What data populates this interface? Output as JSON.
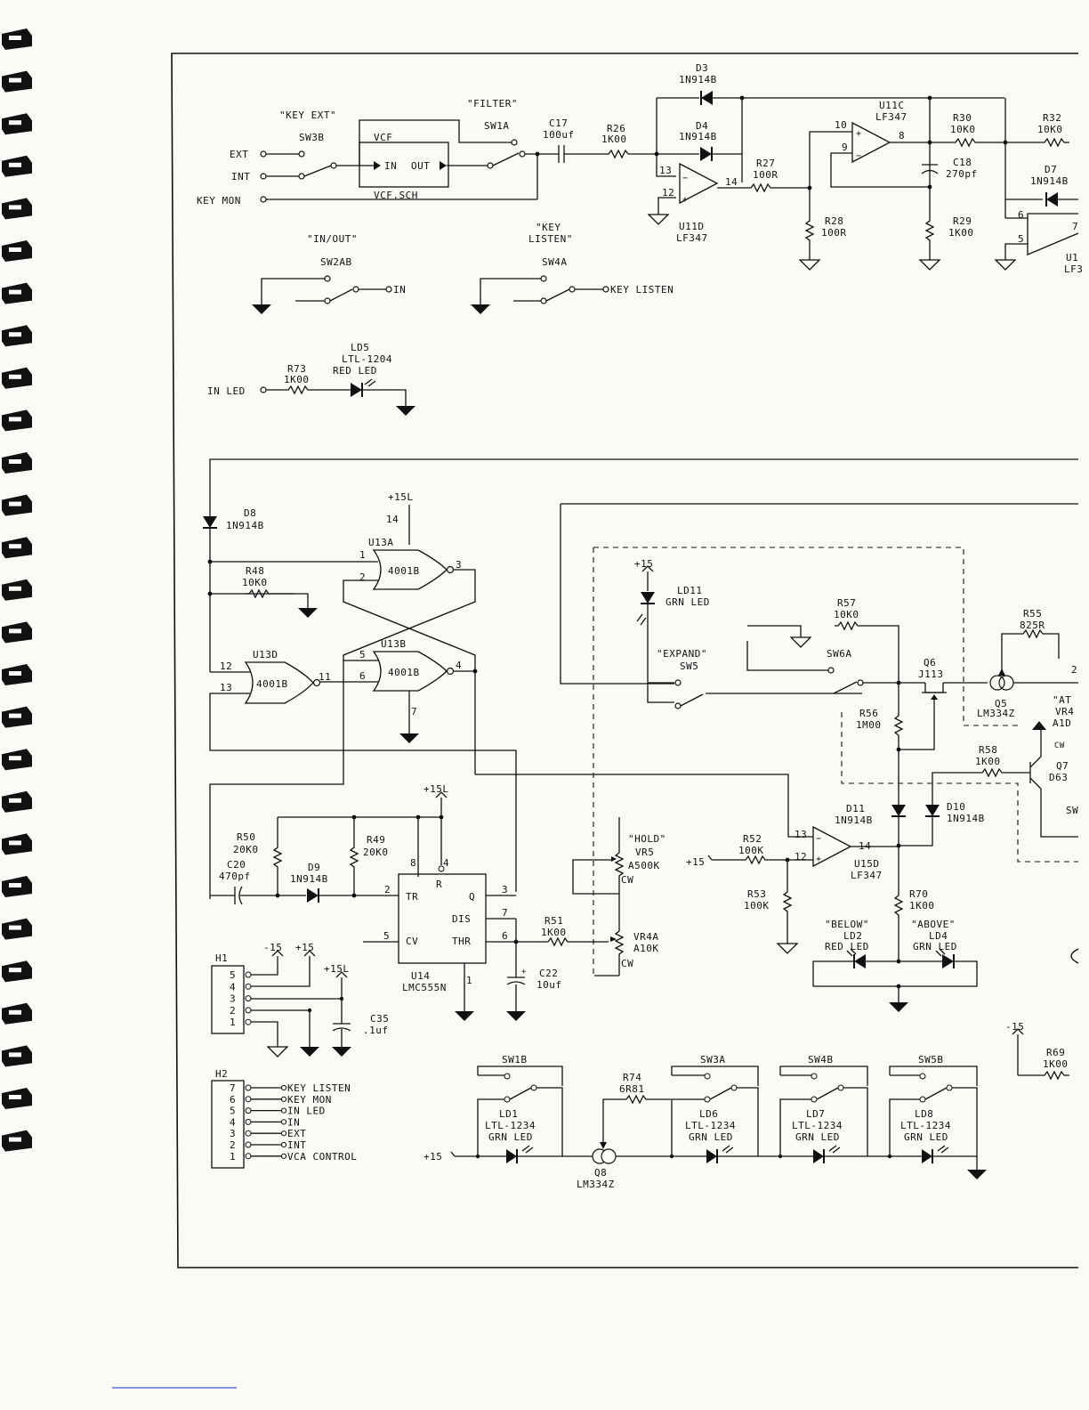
{
  "sheet": {
    "binding_rings": 27,
    "ink_color": "#111111",
    "paper_color": "#fbfaf7"
  },
  "switches": {
    "key_ext": {
      "title": "\"KEY EXT\"",
      "ref": "SW3B",
      "ext": "EXT",
      "int": "INT",
      "key_mon": "KEY MON"
    },
    "filter": {
      "title": "\"FILTER\"",
      "ref": "SW1A"
    },
    "in_out": {
      "title": "\"IN/OUT\"",
      "ref": "SW2AB",
      "out": "IN"
    },
    "key_listen": {
      "title1": "\"KEY",
      "title2": "LISTEN\"",
      "ref": "SW4A",
      "out": "KEY LISTEN"
    },
    "expand": {
      "title": "\"EXPAND\"",
      "ref": "SW5"
    },
    "sw6a": "SW6A"
  },
  "vcf": {
    "name": "VCF",
    "in": "IN",
    "out": "OUT",
    "sheet": "VCF.SCH"
  },
  "comp": {
    "c17": {
      "ref": "C17",
      "val": "100uf"
    },
    "r26": {
      "ref": "R26",
      "val": "1K00"
    },
    "d3": {
      "ref": "D3",
      "val": "1N914B"
    },
    "d4": {
      "ref": "D4",
      "val": "1N914B"
    },
    "u11d": {
      "ref": "U11D",
      "val": "LF347",
      "p13": "13",
      "p12": "12",
      "p14": "14"
    },
    "r27": {
      "ref": "R27",
      "val": "100R"
    },
    "r28": {
      "ref": "R28",
      "val": "100R"
    },
    "u11c": {
      "ref": "U11C",
      "val": "LF347",
      "p10": "10",
      "p9": "9",
      "p8": "8"
    },
    "c18": {
      "ref": "C18",
      "val": "270pf"
    },
    "r29": {
      "ref": "R29",
      "val": "1K00"
    },
    "r30": {
      "ref": "R30",
      "val": "10K0"
    },
    "r32": {
      "ref": "R32",
      "val": "10K0"
    },
    "d7": {
      "ref": "D7",
      "val": "1N914B"
    },
    "u11b": {
      "ref": "U1",
      "val": "LF3",
      "p6": "6",
      "p5": "5",
      "p7": "7"
    },
    "ld5": {
      "ref": "LD5",
      "val": "LTL-1204",
      "desc": "RED LED"
    },
    "r73": {
      "ref": "R73",
      "val": "1K00"
    },
    "in_led": "IN LED",
    "d8": {
      "ref": "D8",
      "val": "1N914B"
    },
    "r48": {
      "ref": "R48",
      "val": "10K0"
    },
    "u13a": {
      "ref": "U13A",
      "val": "4001B",
      "p1": "1",
      "p2": "2",
      "p3": "3"
    },
    "u13b": {
      "ref": "U13B",
      "val": "4001B",
      "p5": "5",
      "p6": "6",
      "p4": "4",
      "p7": "7"
    },
    "u13d": {
      "ref": "U13D",
      "val": "4001B",
      "p12": "12",
      "p13": "13",
      "p11": "11"
    },
    "supply_15l": "+15L",
    "p14": "14",
    "r50": {
      "ref": "R50",
      "val": "20K0"
    },
    "r49": {
      "ref": "R49",
      "val": "20K0"
    },
    "c20": {
      "ref": "C20",
      "val": "470pf"
    },
    "d9": {
      "ref": "D9",
      "val": "1N914B"
    },
    "u14": {
      "ref": "U14",
      "val": "LMC555N",
      "tr": "TR",
      "r": "R",
      "q": "Q",
      "dis": "DIS",
      "cv": "CV",
      "thr": "THR",
      "p2": "2",
      "p8": "8",
      "p4": "4",
      "p3": "3",
      "p7": "7",
      "p6": "6",
      "p5": "5",
      "p1": "1"
    },
    "r51": {
      "ref": "R51",
      "val": "1K00"
    },
    "c22": {
      "ref": "C22",
      "val": "10uf"
    },
    "vr5": {
      "title": "\"HOLD\"",
      "ref": "VR5",
      "val": "A500K",
      "cw": "CW"
    },
    "vr4a": {
      "ref": "VR4A",
      "val": "A10K",
      "cw": "CW"
    },
    "ld11": {
      "ref": "LD11",
      "val": "GRN LED",
      "supply": "+15"
    },
    "r57": {
      "ref": "R57",
      "val": "10K0"
    },
    "q6": {
      "ref": "Q6",
      "val": "J113"
    },
    "r56": {
      "ref": "R56",
      "val": "1M00"
    },
    "q5": {
      "ref": "Q5",
      "val": "LM334Z"
    },
    "r55": {
      "ref": "R55",
      "val": "825R"
    },
    "r58": {
      "ref": "R58",
      "val": "1K00"
    },
    "d11": {
      "ref": "D11",
      "val": "1N914B"
    },
    "d10": {
      "ref": "D10",
      "val": "1N914B"
    },
    "u15d": {
      "ref": "U15D",
      "val": "LF347",
      "p13": "13",
      "p12": "12",
      "p14": "14"
    },
    "r52": {
      "ref": "R52",
      "val": "100K",
      "supply": "+15"
    },
    "r53": {
      "ref": "R53",
      "val": "100K"
    },
    "r70": {
      "ref": "R70",
      "val": "1K00"
    },
    "ld2": {
      "title": "\"BELOW\"",
      "ref": "LD2",
      "val": "RED LED"
    },
    "ld4": {
      "title": "\"ABOVE\"",
      "ref": "LD4",
      "val": "GRN LED"
    },
    "clip_right": {
      "at": "\"AT",
      "vr4": "VR4",
      "a10": "A1D",
      "cw": "CW",
      "q7": "Q7",
      "d63": "D63",
      "sw": "SW",
      "p2": "2"
    },
    "r69": {
      "ref": "R69",
      "val": "1K00",
      "supply": "-15"
    }
  },
  "headers": {
    "h1": {
      "ref": "H1",
      "pins": [
        "5",
        "4",
        "3",
        "2",
        "1"
      ],
      "m15": "-15",
      "p15": "+15",
      "p15l": "+15L",
      "c35": {
        "ref": "C35",
        "val": ".1uf"
      }
    },
    "h2": {
      "ref": "H2",
      "pins": [
        "7",
        "6",
        "5",
        "4",
        "3",
        "2",
        "1"
      ],
      "signals": [
        "KEY LISTEN",
        "KEY MON",
        "IN LED",
        "IN",
        "EXT",
        "INT",
        "VCA CONTROL"
      ]
    }
  },
  "bottom": {
    "supply": "+15",
    "sw1b": "SW1B",
    "sw3a": "SW3A",
    "sw4b": "SW4B",
    "sw5b": "SW5B",
    "r74": {
      "ref": "R74",
      "val": "6R81"
    },
    "q8": {
      "ref": "Q8",
      "val": "LM334Z"
    },
    "leds": [
      {
        "ref": "LD1",
        "val": "LTL-1234",
        "col": "GRN LED"
      },
      {
        "ref": "LD6",
        "val": "LTL-1234",
        "col": "GRN LED"
      },
      {
        "ref": "LD7",
        "val": "LTL-1234",
        "col": "GRN LED"
      },
      {
        "ref": "LD8",
        "val": "LTL-1234",
        "col": "GRN LED"
      }
    ]
  }
}
